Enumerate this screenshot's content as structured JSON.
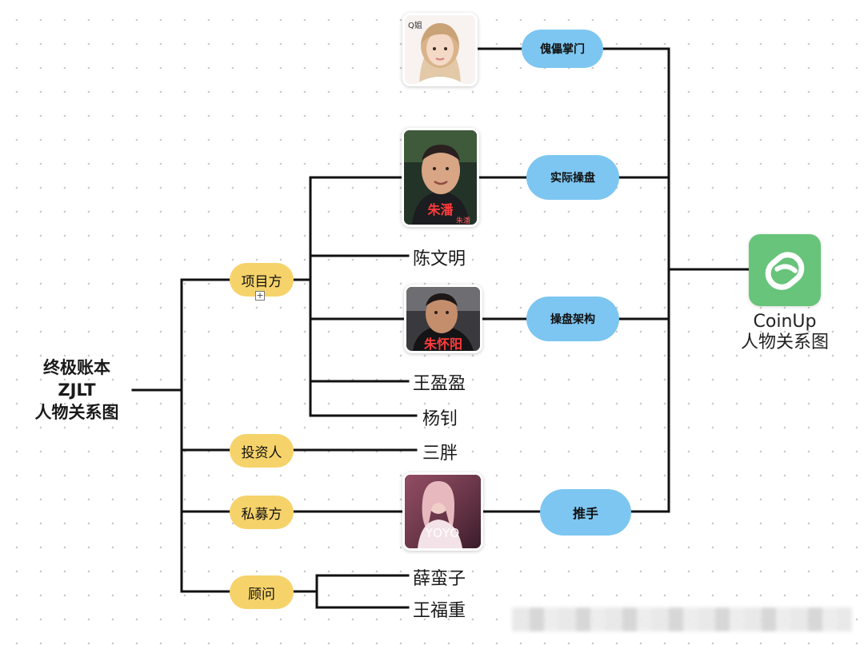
{
  "root": {
    "line1": "终极账本",
    "line2": "ZJLT",
    "line3": "人物关系图"
  },
  "categories": {
    "project": "项目方",
    "investor": "投资人",
    "private_fund": "私募方",
    "advisor": "顾问"
  },
  "people": {
    "q_sister_tag": "Q姐",
    "zhu_pan": "朱潘",
    "zhu_pan_small": "朱潘",
    "chen_wenming": "陈文明",
    "zhu_huaiyang": "朱怀阳",
    "wang_yingying": "王盈盈",
    "yang_zhao": "杨钊",
    "san_pang": "三胖",
    "yoyo": "YOYO",
    "xue_manzi": "薛蛮子",
    "wang_fuzhong": "王福重"
  },
  "roles": {
    "puppet_master": "傀儡掌门",
    "actual_operator": "实际操盘",
    "operation_architecture": "操盘架构",
    "promoter": "推手"
  },
  "target": {
    "name": "CoinUp",
    "subtitle": "人物关系图",
    "icon": "coinup-app-icon",
    "icon_color": "#67c47a"
  },
  "expand_glyph": "+",
  "colors": {
    "role_pill": "#7dc6f1",
    "category_pill": "#f6d36a",
    "line": "#111111"
  }
}
